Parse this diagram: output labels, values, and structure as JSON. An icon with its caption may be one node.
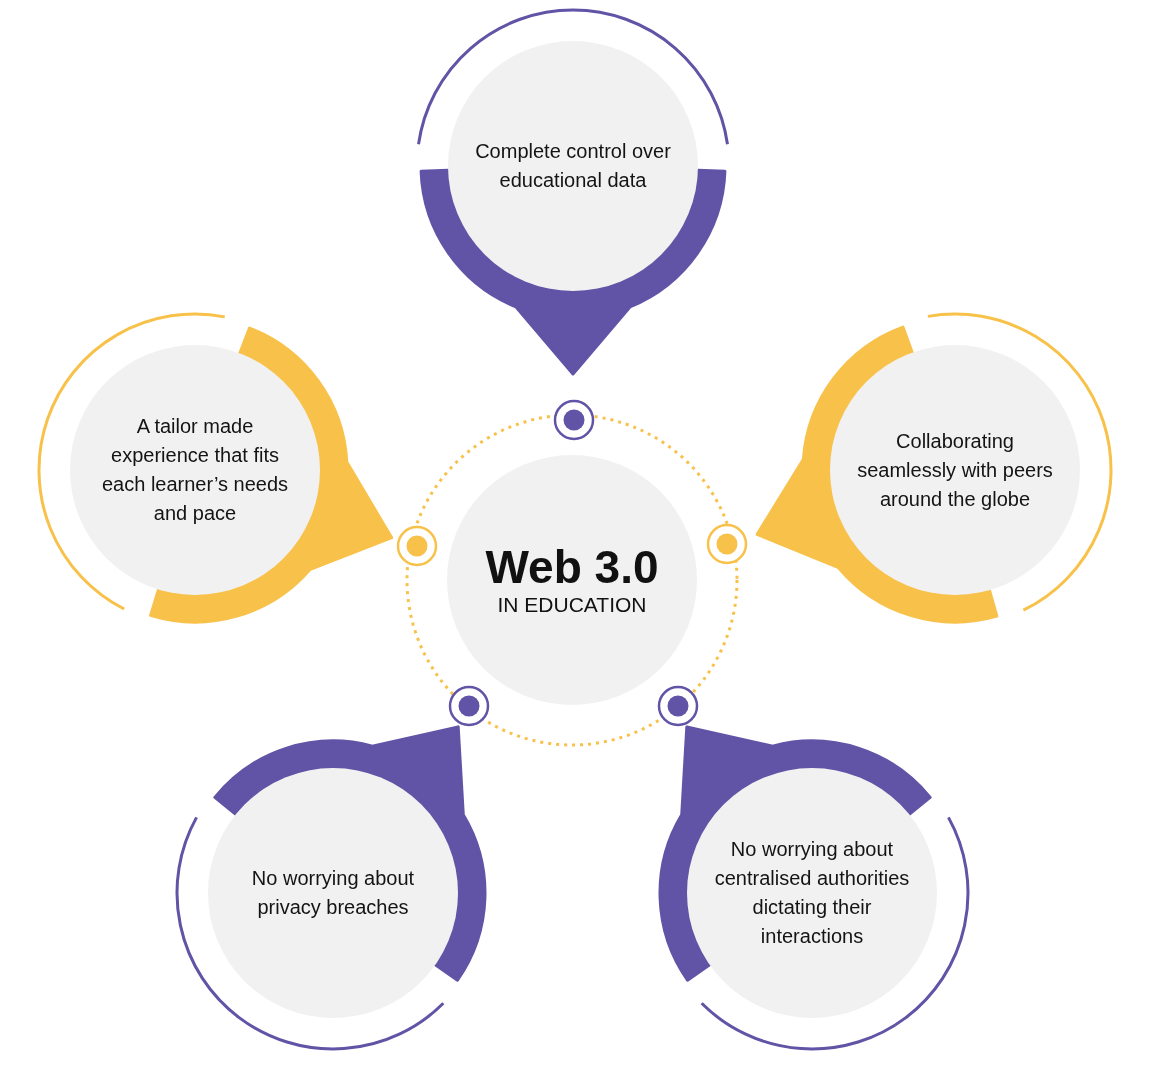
{
  "diagram": {
    "nodes": [
      {
        "text": [
          "Web 3.0",
          "IN EDUCATION"
        ]
      },
      {
        "text": [
          "Complete control over educational data"
        ]
      },
      {
        "text": [
          "A tailor made experience that fits each learner’s needs and pace"
        ]
      },
      {
        "text": [
          "Collaborating seamlessly with peers around the globe"
        ]
      },
      {
        "text": [
          "No worrying about privacy breaches"
        ]
      },
      {
        "text": [
          "No worrying about centralised authorities dictating their interactions"
        ]
      }
    ]
  }
}
